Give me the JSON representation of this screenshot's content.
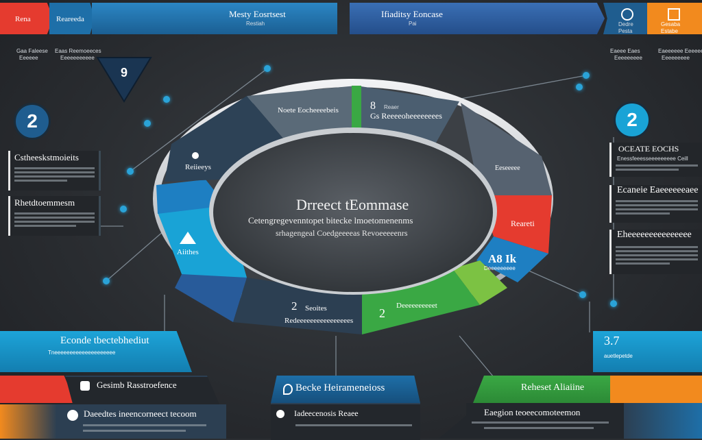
{
  "top": {
    "left_red": "Rena",
    "left_blue": "Reareeda",
    "center_title": "Mesty Eosrtsest",
    "center_sub": "Restiah",
    "right_title": "Ifiaditsy Eoncase",
    "right_sub": "Pai",
    "icon1_label": "Dedre",
    "icon1_sub": "Pesta",
    "icon2_label": "Gesaba",
    "icon2_sub": "Estabe"
  },
  "left_labels": {
    "a1": "Gaa Faleese",
    "a2": "Eeeeee",
    "b1": "Eaas Reemoeeces",
    "b2": "Eeeeeeeeeee"
  },
  "right_labels": {
    "a1": "Eaeee Eaes",
    "a2": "Eeeeeeeee",
    "b1": "Eaeeeeee Eeeeeee",
    "b2": "Eeeeeeeee"
  },
  "badges": {
    "left": "2",
    "right": "2"
  },
  "left_panels": [
    {
      "title": "Cstheeskstmoieits"
    },
    {
      "title": "Rhetdtoemmesm"
    }
  ],
  "right_panels": [
    {
      "title": "OCEATE EOCHS",
      "sub": "Enessfeeesseeeeeeeee Ceill"
    },
    {
      "title": "Ecaneie Eaeeeeeeaee"
    },
    {
      "title": "Eheeeeeeeeeeeeeee"
    }
  ],
  "ring": {
    "center_title": "Drreect tEommase",
    "center_line1": "Cetengregevenntopet bitecke lmoetomenenms",
    "center_line2": "srhagengeal Coedgeeeeas Revoeeeeenrs",
    "seg_top": "Noete Eocheeeebeis",
    "seg_top2_num": "8",
    "seg_top2_a": "Reaer",
    "seg_top2_b": "Gs Reeeeoheeeeeeees",
    "seg_left_top": "Reiieeys",
    "seg_right_top": "Eeseeeee",
    "seg_red": "Reareti",
    "seg_left_mid": "Aiithes",
    "seg_right_mid_num": "A8 Ik",
    "seg_right_mid_sub": "Deeeeeeeee",
    "seg_bottom_num": "2",
    "seg_bottom_a": "Seoites",
    "seg_bottom_b": "Redeeeeeeeeeeeeeeees",
    "seg_green_num": "2",
    "seg_green_text": "Deeeeeeeeeet"
  },
  "bottom": {
    "left_cyan_title": "Econde tbectebhediut",
    "left_cyan_sub": "Tneeeeeeeeeeeeeeeeeeee",
    "left_dark_title": "Gesimb Rasstroefence",
    "left_orange_title": "Daeedtes ineencorneect tecoom",
    "center_title": "Becke Heirameneioss",
    "center_sub": "Iadeecenosis Reaee",
    "right_green_title": "Reheset Aliaiine",
    "right_orange_title": "Eaegion teoeecomoteemon",
    "right_blue_num": "3.7",
    "right_blue_sub": "auetlepetde"
  },
  "colors": {
    "red": "#e53b2f",
    "blue": "#1e7fc2",
    "cyan": "#19a3d6",
    "green": "#3aa844",
    "orange": "#f28a1e",
    "dark": "#2c3f52",
    "navy": "#1d4f7c"
  }
}
